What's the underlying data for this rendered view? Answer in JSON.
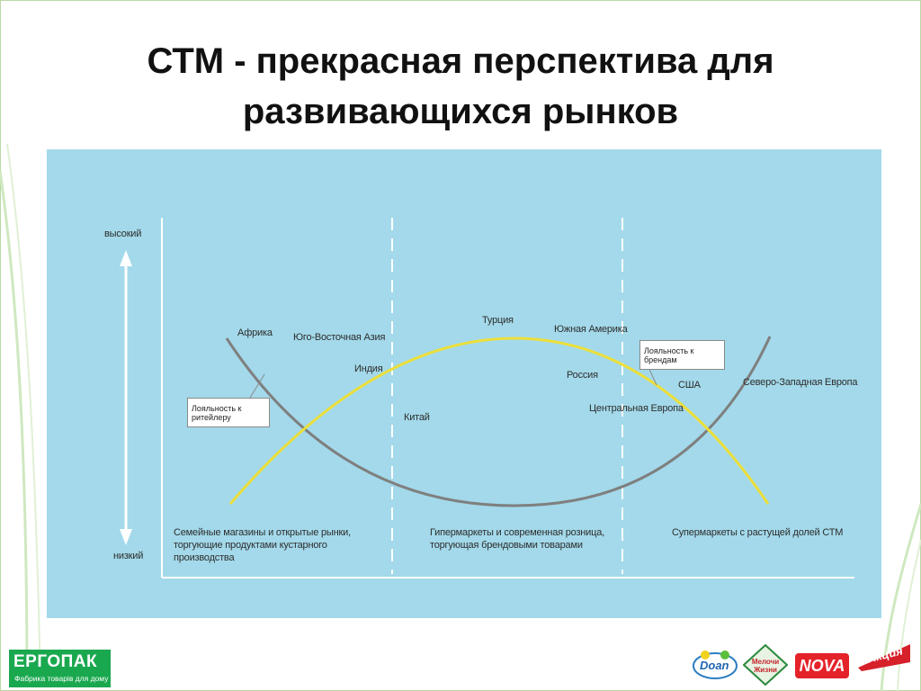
{
  "slide": {
    "title_line1": "СТМ - прекрасная перспектива для",
    "title_line2": "развивающихся рынков"
  },
  "diagram": {
    "axis": {
      "high": "высокий",
      "low": "низкий"
    },
    "regions": [
      "Африка",
      "Юго-Восточная Азия",
      "Индия",
      "Турция",
      "Южная Америка",
      "Россия",
      "США",
      "Северо-Западная Европа",
      "Центральная Европа",
      "Китай"
    ],
    "callouts": {
      "retailer_loyalty": "Лояльность к ритейлеру",
      "brand_loyalty": "Лояльность к брендам"
    },
    "stages": [
      "Семейные магазины и открытые рынки, торгующие продуктами кустарного производства",
      "Гипермаркеты и современная розница, торгующая брендовыми товарами",
      "Супермаркеты с растущей долей СТМ"
    ],
    "colors": {
      "background": "#a3d9ea",
      "brand_curve": "#ecdf3a",
      "retailer_curve": "#7f7f7f"
    }
  },
  "footer": {
    "company_logo": {
      "name": "ЕРГОПАК",
      "tagline": "Фабрика товарів для дому"
    },
    "brand_logos": [
      "Doan",
      "Мелочи Жизни",
      "NOVA",
      "Акция"
    ],
    "colors": {
      "company": "#1aa84f",
      "nova": "#e4222a",
      "akcia": "#d6202a"
    }
  }
}
